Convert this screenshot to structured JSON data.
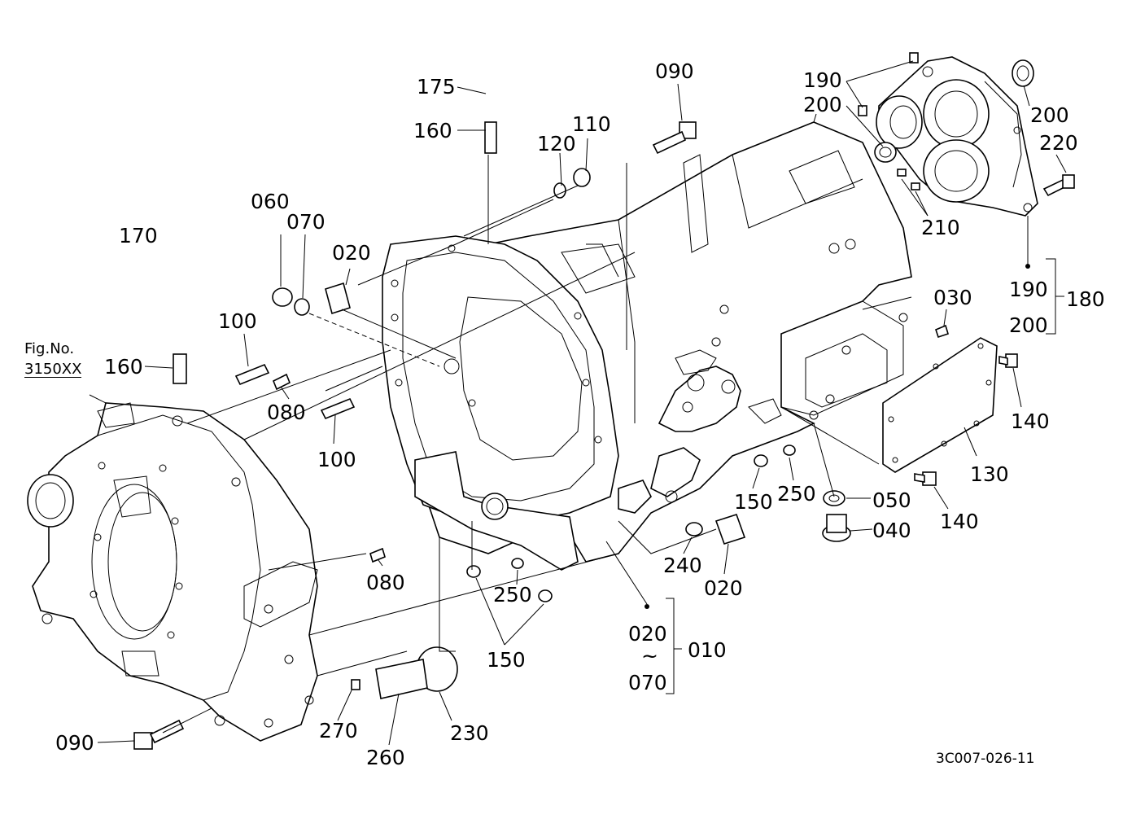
{
  "figure": {
    "ref_line1": "Fig.No.",
    "ref_line2": "3150XX",
    "code": "3C007-026-11"
  },
  "callouts": {
    "p175": "175",
    "p160a": "160",
    "p090a": "090",
    "p120": "120",
    "p110": "110",
    "p190a": "190",
    "p200a": "200",
    "p200b": "200",
    "p220": "220",
    "p210": "210",
    "p190b": "190",
    "p200c": "200",
    "p180": "180",
    "p170": "170",
    "p060": "060",
    "p070a": "070",
    "p020a": "020",
    "p100a": "100",
    "p160b": "160",
    "p080a": "080",
    "p100b": "100",
    "p030": "030",
    "p140a": "140",
    "p130": "130",
    "p140b": "140",
    "p150a": "150",
    "p250a": "250",
    "p050": "050",
    "p040": "040",
    "p240": "240",
    "p020b": "020",
    "p080b": "080",
    "p250b": "250",
    "p150b": "150",
    "p020c": "020",
    "p010": "010",
    "p070b": "070",
    "tilde": "~",
    "p270": "270",
    "p230": "230",
    "p260": "260",
    "p090b": "090"
  }
}
